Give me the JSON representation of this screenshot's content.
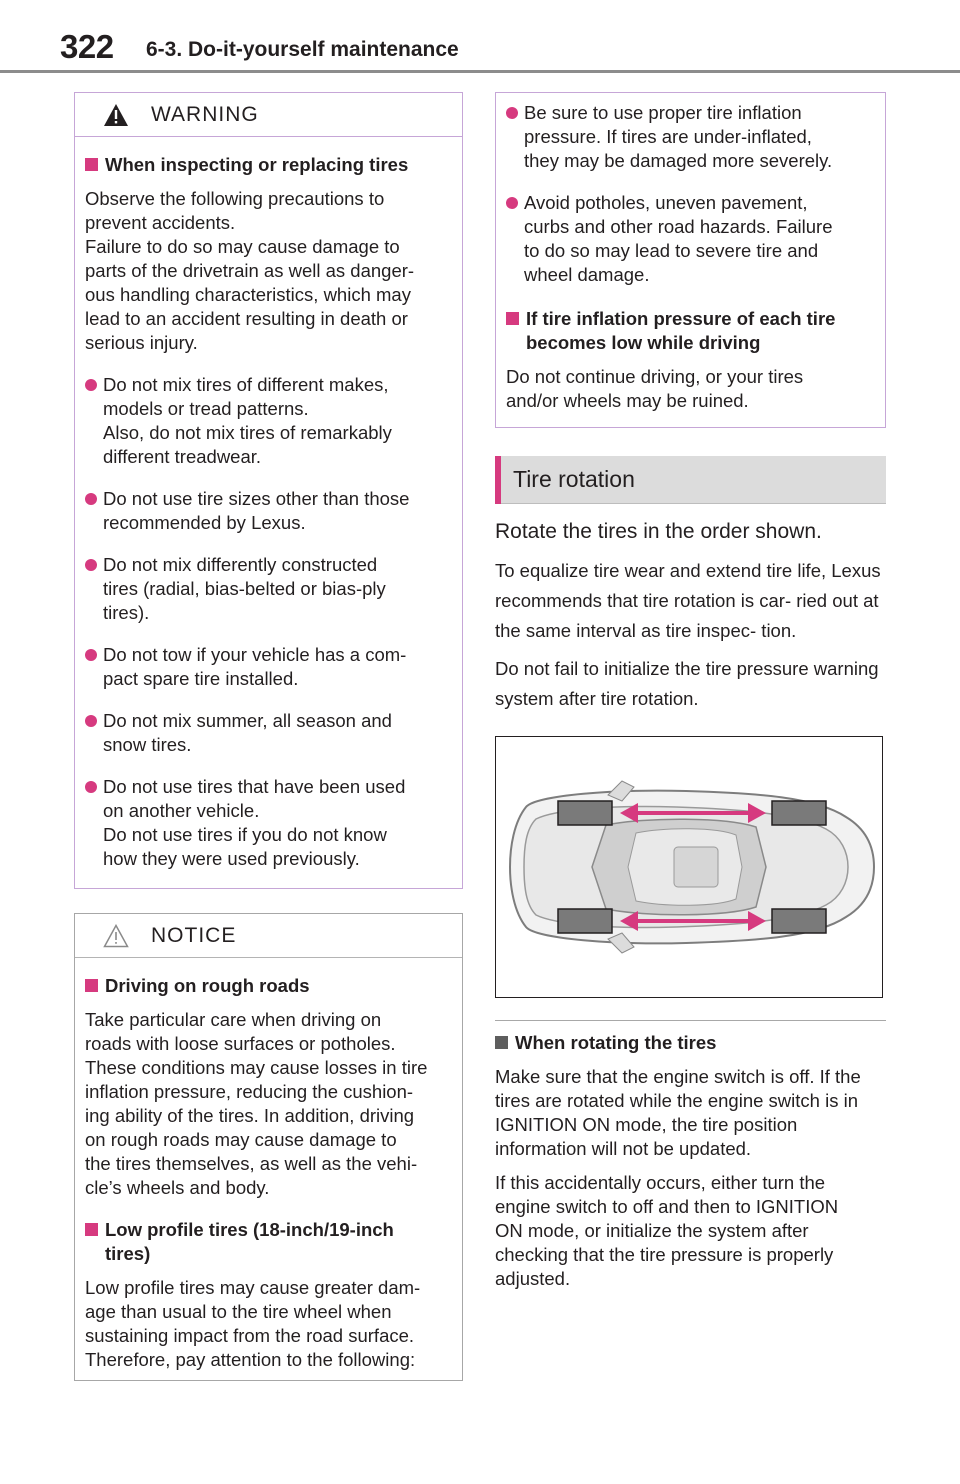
{
  "header": {
    "page_number": "322",
    "section": "6-3. Do-it-yourself maintenance"
  },
  "warning": {
    "title": "WARNING",
    "heading1": "When inspecting or replacing tires",
    "intro": "Observe the following precautions to\nprevent accidents.\nFailure to do so may cause damage to\nparts of the drivetrain as well as danger-\nous handling characteristics, which may\nlead to an accident resulting in death or\nserious injury.",
    "bullets": [
      "Do not mix tires of different makes,\nmodels or tread patterns.\nAlso, do not mix tires of remarkably\ndifferent treadwear.",
      "Do not use tire sizes other than those\nrecommended by Lexus.",
      "Do not mix differently constructed\ntires (radial, bias-belted or bias-ply\ntires).",
      "Do not tow if your vehicle has a com-\npact spare tire installed.",
      "Do not mix summer, all season and\nsnow tires.",
      "Do not use tires that have been used\non another vehicle.\nDo not use tires if you do not know\nhow they were used previously."
    ],
    "cont_bullets": [
      "Be sure to use proper tire inflation\npressure. If tires are under-inflated,\nthey may be damaged more severely.",
      "Avoid potholes, uneven pavement,\ncurbs and other road hazards. Failure\nto do so may lead to severe tire and\nwheel damage."
    ],
    "heading2": "If tire inflation pressure of each tire\nbecomes low while driving",
    "heading2_text": "Do not continue driving, or your tires\nand/or wheels may be ruined."
  },
  "notice": {
    "title": "NOTICE",
    "heading1": "Driving on rough roads",
    "text1": "Take particular care when driving on\nroads with loose surfaces or potholes.\nThese conditions may cause losses in tire\ninflation pressure, reducing the cushion-\ning ability of the tires. In addition, driving\non rough roads may cause damage to\nthe tires themselves, as well as the vehi-\ncle’s wheels and body.",
    "heading2": "Low profile tires (18-inch/19-inch\ntires)",
    "text2": "Low profile tires may cause greater dam-\nage than usual to the tire wheel when\nsustaining impact from the road surface.\nTherefore, pay attention to the following:"
  },
  "rotation": {
    "title": "Tire rotation",
    "lead": "Rotate the tires in the order shown.",
    "p1": "To equalize tire wear and extend tire life, Lexus recommends that tire rotation is car- ried out at the same interval as tire inspec- tion.",
    "p2": "Do not fail to initialize the tire pressure warning system after tire rotation.",
    "heading": "When rotating the tires",
    "text1": "Make sure that the engine switch is off. If the\ntires are rotated while the engine switch is in\nIGNITION ON mode, the tire position\ninformation will not be updated.",
    "text2": "If this accidentally occurs, either turn the\nengine switch to off and then to IGNITION\nON mode, or initialize the system after\nchecking that the tire pressure is properly\nadjusted."
  },
  "colors": {
    "accent": "#d63a7f",
    "rule": "#8c8c8c",
    "band": "#dcdcdc"
  },
  "icons": {
    "warning": "warning-triangle-icon",
    "notice": "notice-triangle-icon"
  }
}
